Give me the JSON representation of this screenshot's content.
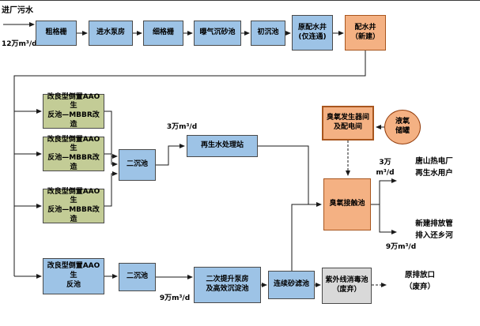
{
  "diagram": {
    "influent": {
      "label": "进厂污水",
      "flow": "12万m³/d"
    },
    "pretreatment": {
      "coarse_screen": "粗格栅",
      "inlet_pump": "进水泵房",
      "fine_screen": "细格栅",
      "grit_chamber": "曝气沉砂池",
      "primary_tank": "初沉池",
      "old_well": "原配水井\n(仅连通)",
      "new_well": "配水井\n（新建）"
    },
    "bio": {
      "mbbr1": "改良型倒置AAO生\n反池—MBBR改造",
      "mbbr2": "改良型倒置AAO生\n反池—MBBR改造",
      "mbbr3": "改良型倒置AAO生\n反池—MBBR改造",
      "aao": "改良型倒置AAO生\n反池",
      "clarifier1": "二沉池",
      "clarifier2": "二沉池"
    },
    "reuse": {
      "flow": "3万m³/d",
      "station": "再生水处理站"
    },
    "ozone": {
      "generator": "臭氧发生器间\n及配电间",
      "lox": "液氧\n储罐",
      "contact": "臭氧接触池"
    },
    "deep": {
      "flow": "9万m³/d",
      "lift_pump": "二次提升泵房\n及高效沉淀池",
      "sand_filter": "连续砂滤池",
      "uv": "紫外线消毒池\n（废弃）"
    },
    "outfall": {
      "reuse_flow": "3万m³/d",
      "reuse_user": "唐山热电厂\n再生水用户",
      "discharge_flow": "9万m³/d",
      "discharge_pipe": "新建排放管\n排入还乡河",
      "old_outlet": "原排放口\n（废弃）"
    },
    "colors": {
      "blue": "#9DC3E6",
      "green": "#C3CC96",
      "orange": "#F4B183",
      "gray": "#D9D9D9"
    }
  }
}
